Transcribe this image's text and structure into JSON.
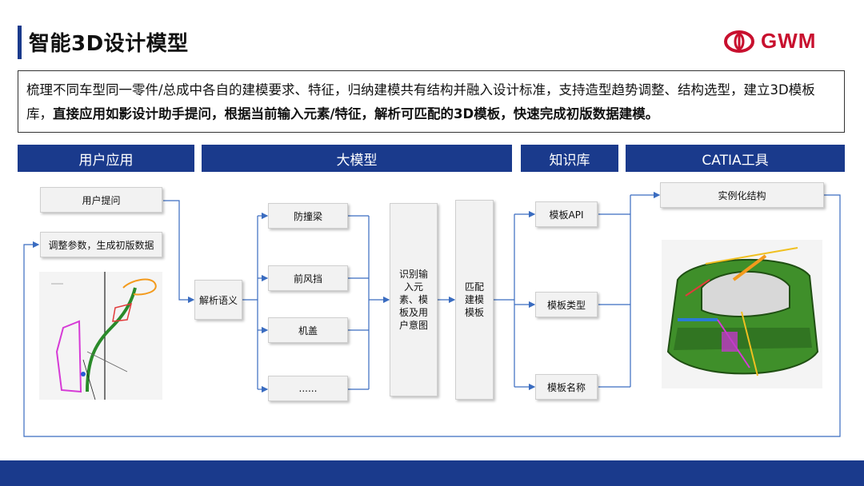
{
  "page": {
    "title": "智能3D设计模型",
    "brand": "GWM",
    "colors": {
      "accent": "#1a3a8c",
      "brand_red": "#c8102e"
    }
  },
  "description": {
    "plain": "梳理不同车型同一零件/总成中各自的建模要求、特征，归纳建模共有结构并融入设计标准，支持造型趋势调整、结构选型，建立3D模板库，",
    "bold": "直接应用如影设计助手提问，根据当前输入元素/特征，解析可匹配的3D模板，快速完成初版数据建模。"
  },
  "headers": {
    "user_app": "用户应用",
    "llm": "大模型",
    "knowledge": "知识库",
    "catia": "CATIA工具"
  },
  "nodes": {
    "user_question": "用户提问",
    "adjust_params": "调整参数，生成初版数据",
    "parse_semantics": "解析语义",
    "part_1": "防撞梁",
    "part_2": "前风挡",
    "part_3": "机盖",
    "part_4": "......",
    "identify": "识别输入元素、模板及用户意图",
    "match": "匹配建模模板",
    "template_api": "模板API",
    "template_type": "模板类型",
    "template_name": "模板名称",
    "instantiate": "实例化结构"
  }
}
